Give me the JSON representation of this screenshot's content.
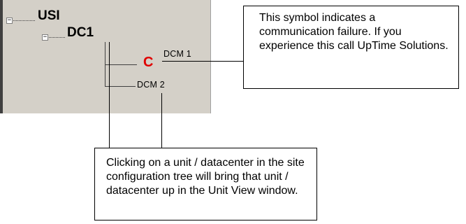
{
  "tree": {
    "root": {
      "label": "USI",
      "expander": "⊟"
    },
    "datacenter": {
      "label": "DC1",
      "expander": "⊟"
    },
    "units": [
      {
        "label": "DCM 1",
        "status_glyph": "C",
        "status_color": "#e00000"
      },
      {
        "label": "DCM 2"
      }
    ]
  },
  "callouts": {
    "failure_note": "This symbol indicates a communication failure.  If you experience this call UpTime Solutions.",
    "click_note": "Clicking on a unit / datacenter in the site configuration tree will bring that unit / datacenter up in the Unit View window."
  }
}
